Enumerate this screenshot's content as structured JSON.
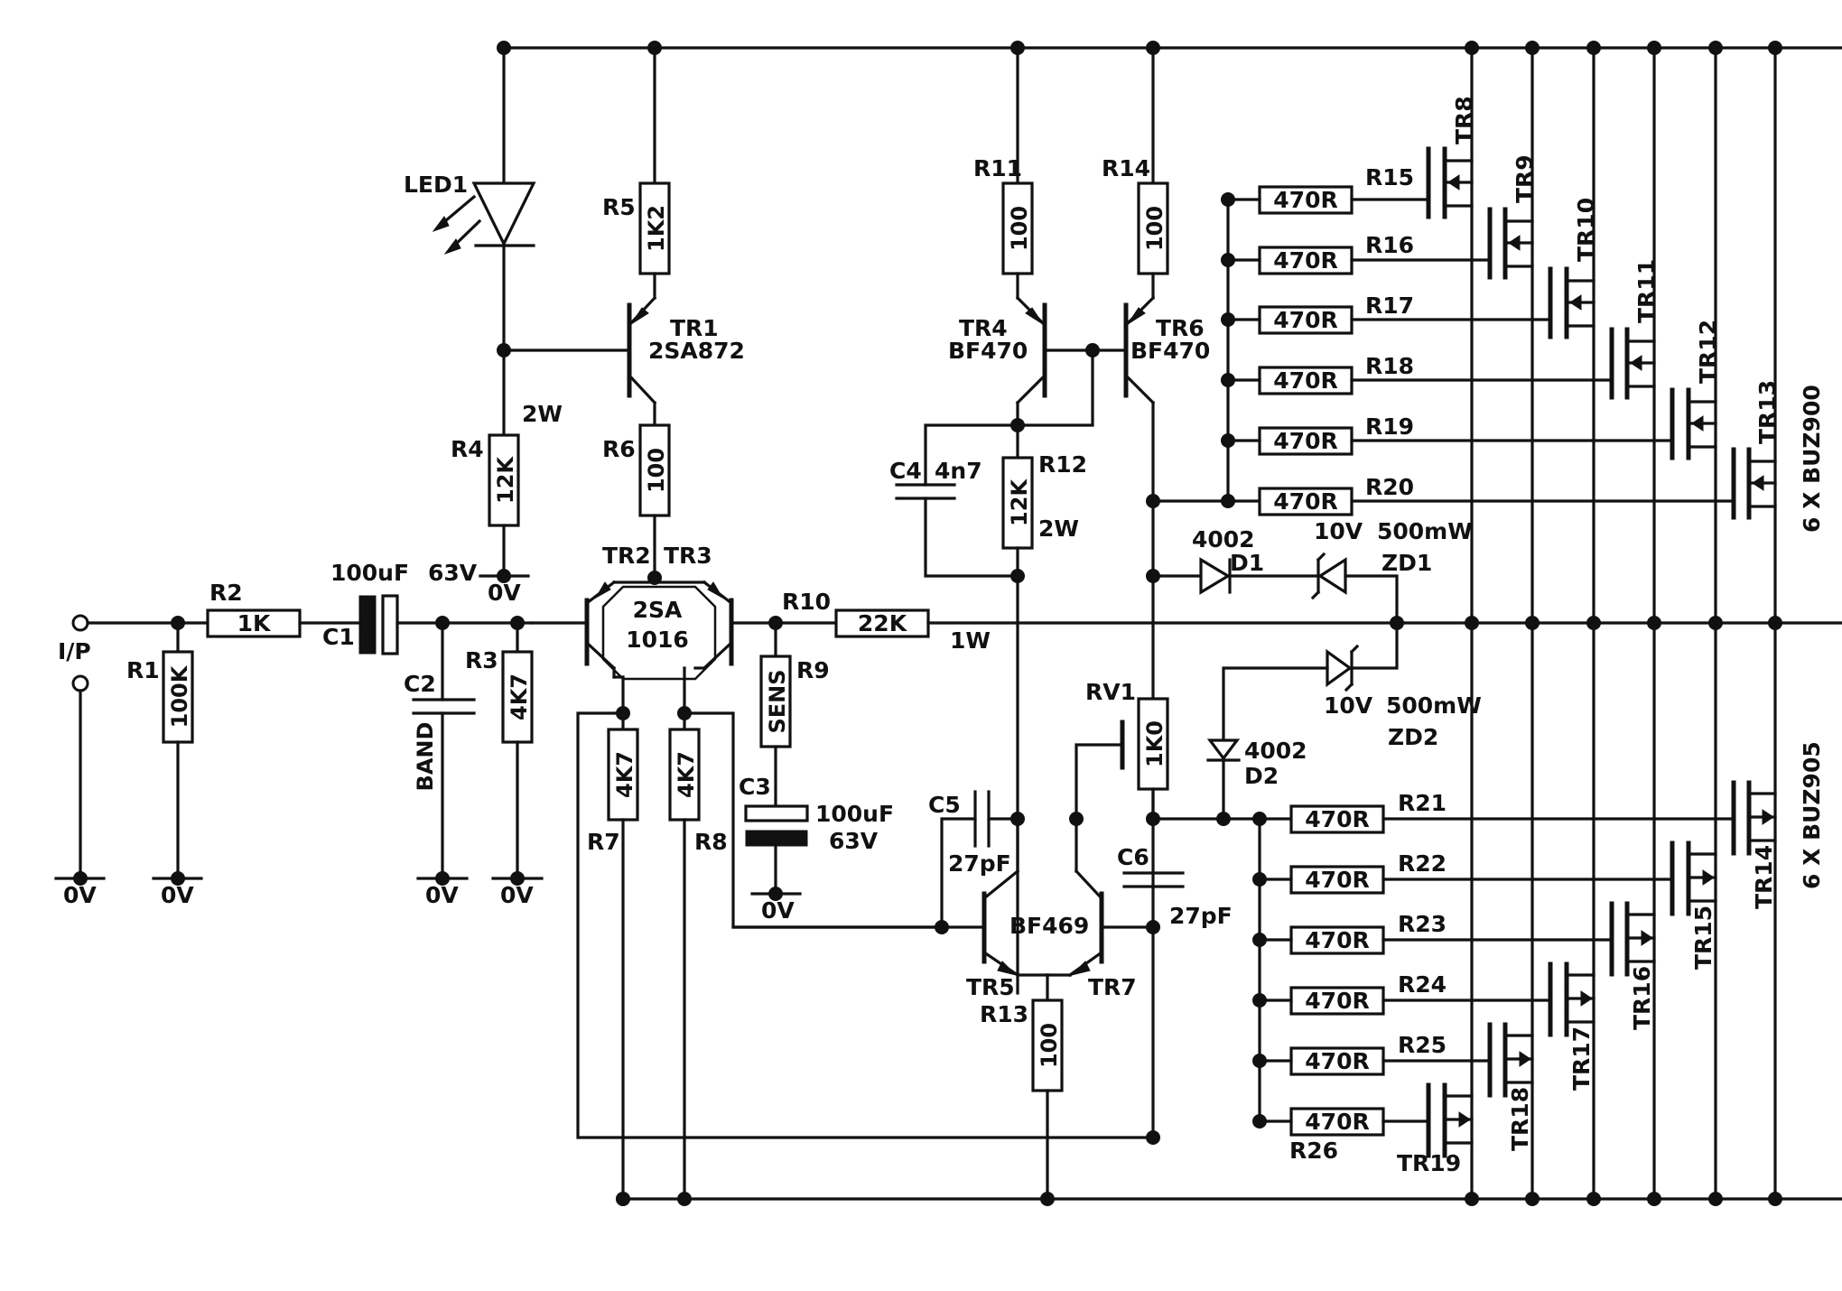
{
  "input": {
    "label": "I/P",
    "ground": "0V"
  },
  "resistors": {
    "r1": {
      "ref": "R1",
      "value": "100K"
    },
    "r2": {
      "ref": "R2",
      "value": "1K"
    },
    "r3": {
      "ref": "R3",
      "value": "4K7"
    },
    "r4": {
      "ref": "R4",
      "value": "12K",
      "rating": "2W"
    },
    "r5": {
      "ref": "R5",
      "value": "1K2"
    },
    "r6": {
      "ref": "R6",
      "value": "100"
    },
    "r7": {
      "ref": "R7",
      "value": "4K7"
    },
    "r8": {
      "ref": "R8",
      "value": "4K7"
    },
    "r9": {
      "ref": "R9",
      "value": "SENS"
    },
    "r10": {
      "ref": "R10",
      "value": "22K",
      "rating": "1W"
    },
    "r11": {
      "ref": "R11",
      "value": "100"
    },
    "r12": {
      "ref": "R12",
      "value": "12K",
      "rating": "2W"
    },
    "r13": {
      "ref": "R13",
      "value": "100"
    },
    "r14": {
      "ref": "R14",
      "value": "100"
    },
    "rv1": {
      "ref": "RV1",
      "value": "1K0"
    }
  },
  "gate_resistors_top": [
    {
      "ref": "R15",
      "value": "470R"
    },
    {
      "ref": "R16",
      "value": "470R"
    },
    {
      "ref": "R17",
      "value": "470R"
    },
    {
      "ref": "R18",
      "value": "470R"
    },
    {
      "ref": "R19",
      "value": "470R"
    },
    {
      "ref": "R20",
      "value": "470R"
    }
  ],
  "gate_resistors_bottom": [
    {
      "ref": "R21",
      "value": "470R"
    },
    {
      "ref": "R22",
      "value": "470R"
    },
    {
      "ref": "R23",
      "value": "470R"
    },
    {
      "ref": "R24",
      "value": "470R"
    },
    {
      "ref": "R25",
      "value": "470R"
    },
    {
      "ref": "R26",
      "value": "470R"
    }
  ],
  "capacitors": {
    "c1": {
      "ref": "C1",
      "value": "100uF",
      "rating": "63V"
    },
    "c2": {
      "ref": "C2",
      "value": "BAND"
    },
    "c3": {
      "ref": "C3",
      "value": "100uF",
      "rating": "63V"
    },
    "c4": {
      "ref": "C4",
      "value": "4n7"
    },
    "c5": {
      "ref": "C5",
      "value": "27pF"
    },
    "c6": {
      "ref": "C6",
      "value": "27pF"
    }
  },
  "transistors": {
    "tr1": {
      "ref": "TR1",
      "type": "2SA872"
    },
    "tr2": {
      "ref": "TR2"
    },
    "tr3": {
      "ref": "TR3"
    },
    "pair_type_line1": "2SA",
    "pair_type_line2": "1016",
    "tr4": {
      "ref": "TR4",
      "type": "BF470"
    },
    "tr6": {
      "ref": "TR6",
      "type": "BF470"
    },
    "tr5": {
      "ref": "TR5"
    },
    "tr7": {
      "ref": "TR7"
    },
    "pair57_type": "BF469"
  },
  "mosfets_top": [
    "TR8",
    "TR9",
    "TR10",
    "TR11",
    "TR12",
    "TR13"
  ],
  "mosfets_bottom": [
    "TR19",
    "TR18",
    "TR17",
    "TR16",
    "TR15",
    "TR14"
  ],
  "mosfet_groups": {
    "top": "6 X BUZ900",
    "bottom": "6 X BUZ905"
  },
  "diodes": {
    "led1": {
      "ref": "LED1"
    },
    "d1": {
      "ref": "D1",
      "type": "4002"
    },
    "d2": {
      "ref": "D2",
      "type": "4002"
    },
    "zd1": {
      "ref": "ZD1",
      "voltage": "10V",
      "power": "500mW"
    },
    "zd2": {
      "ref": "ZD2",
      "voltage": "10V",
      "power": "500mW"
    }
  },
  "grounds": {
    "label": "0V"
  }
}
